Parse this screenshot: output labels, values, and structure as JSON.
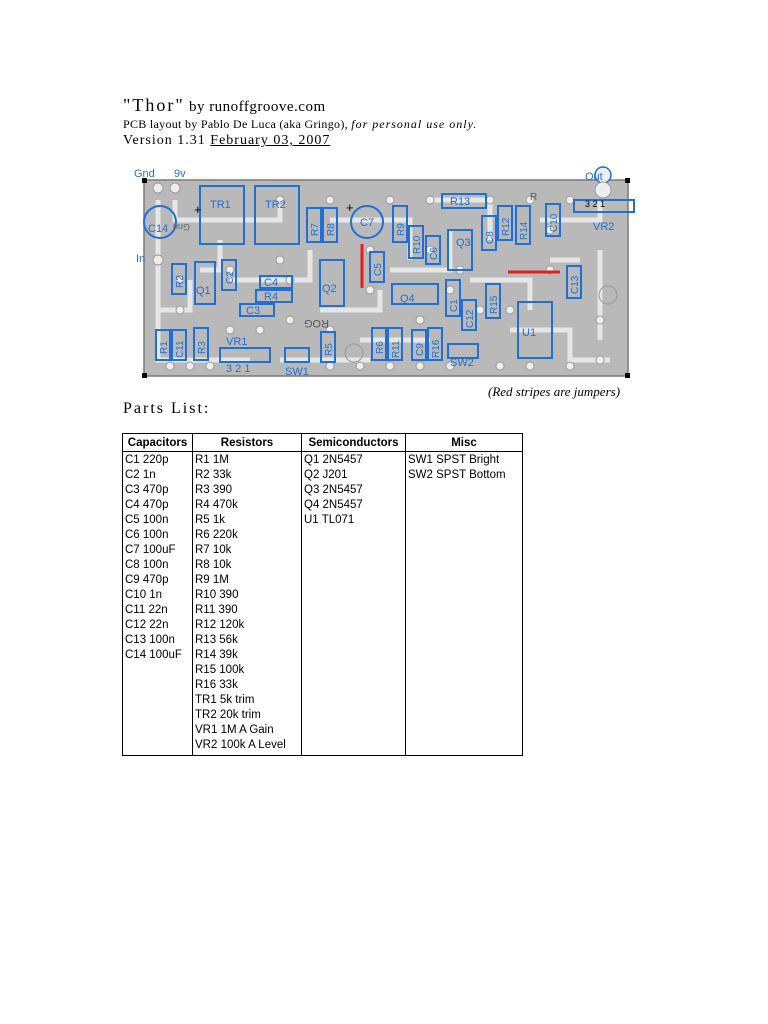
{
  "header": {
    "title_name": "\"Thor\"",
    "title_by": "by runoffgroove.com",
    "layout_prefix": "PCB layout by Pablo De Luca (aka Gringo),",
    "layout_italic": "for personal use only.",
    "version_prefix": "Version 1.31",
    "version_date": "February 03, 2007"
  },
  "pcb": {
    "labels": {
      "gnd": "Gnd",
      "nine_v": "9v",
      "out": "Out",
      "in": "In",
      "tr1": "TR1",
      "tr2": "TR2",
      "vr1": "VR1",
      "vr2": "VR2",
      "sw1": "SW1",
      "sw2": "SW2",
      "u1": "U1",
      "c14": "C14",
      "c7": "C7",
      "c4": "C4",
      "c3": "C3",
      "r4": "R4",
      "r13": "R13",
      "q1": "Q1",
      "q2": "Q2",
      "q3": "Q3",
      "q4": "Q4",
      "vr1_pins": "3  2  1",
      "vr2_pins": "3  2  1",
      "plus1": "+",
      "plus2": "+",
      "rog": "ROG",
      "gno": "Gno",
      "vert_r": "R"
    },
    "vertical_parts": [
      "R2",
      "C2",
      "R7",
      "R8",
      "R9",
      "R10",
      "C6",
      "C5",
      "C8",
      "R12",
      "R14",
      "C10",
      "C13",
      "R1",
      "C11",
      "R3",
      "R5",
      "R6",
      "R11",
      "R16",
      "C9",
      "C12",
      "R15",
      "C1"
    ],
    "colors": {
      "component": "#1f6fd6",
      "board": "#b9b9b9",
      "pad": "#eeeeee",
      "jumper": "#e02020"
    }
  },
  "caption": "(Red stripes are  jumpers)",
  "parts_list": {
    "title": "Parts List:",
    "headers": [
      "Capacitors",
      "Resistors",
      "Semiconductors",
      "Misc"
    ],
    "capacitors": [
      "C1 220p",
      "C2 1n",
      "C3 470p",
      "C4 470p",
      "C5 100n",
      "C6 100n",
      "C7 100uF",
      "C8 100n",
      "C9 470p",
      "C10 1n",
      "C11 22n",
      "C12 22n",
      "C13 100n",
      "C14 100uF"
    ],
    "resistors": [
      "R1 1M",
      "R2 33k",
      "R3 390",
      "R4 470k",
      "R5 1k",
      "R6 220k",
      "R7 10k",
      "R8 10k",
      "R9 1M",
      "R10 390",
      "R11 390",
      "R12 120k",
      "R13 56k",
      "R14 39k",
      "R15 100k",
      "R16 33k",
      "TR1 5k trim",
      "TR2 20k trim",
      "VR1 1M A Gain",
      "VR2 100k A Level"
    ],
    "semiconductors": [
      "Q1 2N5457",
      "Q2 J201",
      "Q3 2N5457",
      "Q4 2N5457",
      "U1 TL071"
    ],
    "misc": [
      "SW1 SPST Bright",
      "SW2 SPST Bottom"
    ]
  }
}
